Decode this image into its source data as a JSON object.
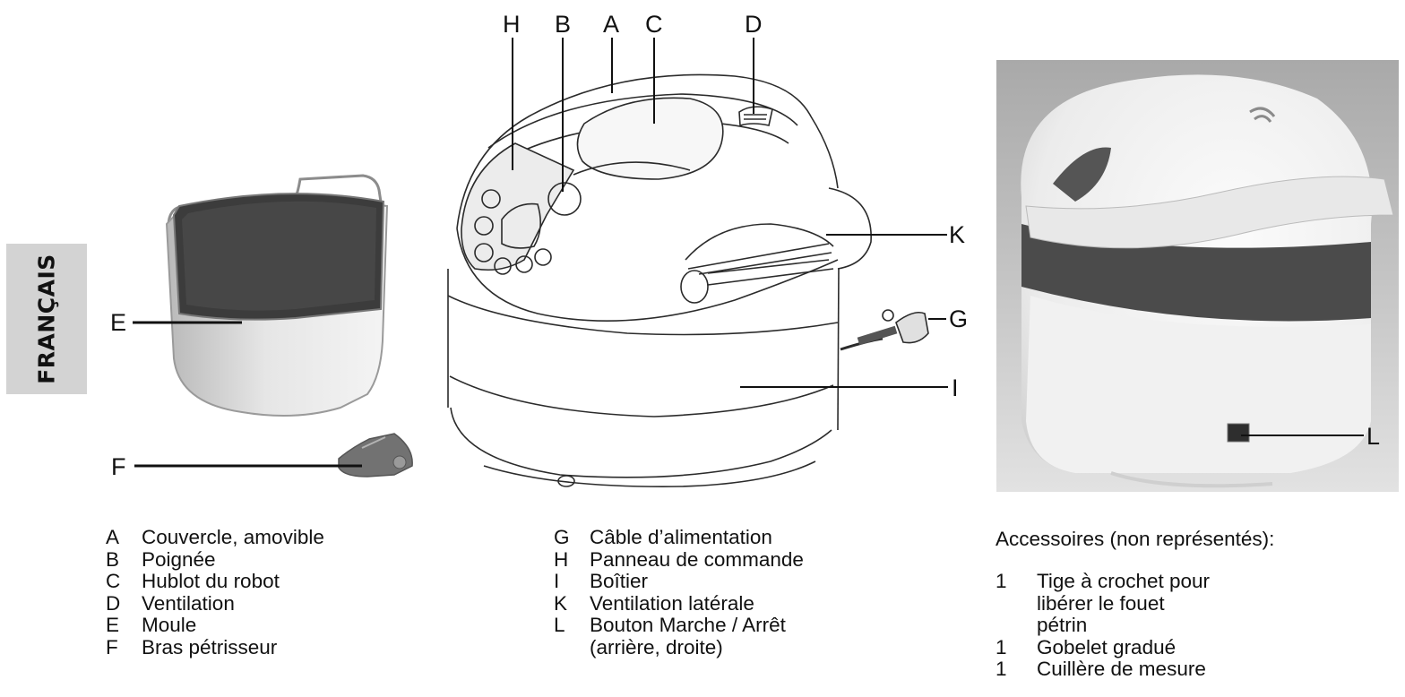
{
  "side_tab": {
    "text": "FRANÇAIS"
  },
  "callouts": {
    "H": "H",
    "B": "B",
    "A": "A",
    "C": "C",
    "D": "D",
    "E": "E",
    "F": "F",
    "G": "G",
    "I": "I",
    "K": "K",
    "L": "L"
  },
  "legend_col1": [
    {
      "key": "A",
      "text": "Couvercle, amovible"
    },
    {
      "key": "B",
      "text": "Poignée"
    },
    {
      "key": "C",
      "text": "Hublot du robot"
    },
    {
      "key": "D",
      "text": "Ventilation"
    },
    {
      "key": "E",
      "text": "Moule"
    },
    {
      "key": "F",
      "text": "Bras pétrisseur"
    }
  ],
  "legend_col2": [
    {
      "key": "G",
      "text": "Câble d’alimentation"
    },
    {
      "key": "H",
      "text": "Panneau de commande"
    },
    {
      "key": "I",
      "text": "Boîtier"
    },
    {
      "key": "K",
      "text": "Ventilation latérale"
    },
    {
      "key": "L",
      "text": "Bouton Marche / Arrêt"
    },
    {
      "key": "",
      "text": "(arrière, droite)"
    }
  ],
  "accessories": {
    "title": "Accessoires (non représentés):",
    "items": [
      {
        "qty": "1",
        "text": "Tige à crochet pour libérer le fouet pétrin"
      },
      {
        "qty": "1",
        "text": "Gobelet gradué"
      },
      {
        "qty": "1",
        "text": "Cuillère de mesure"
      }
    ]
  }
}
